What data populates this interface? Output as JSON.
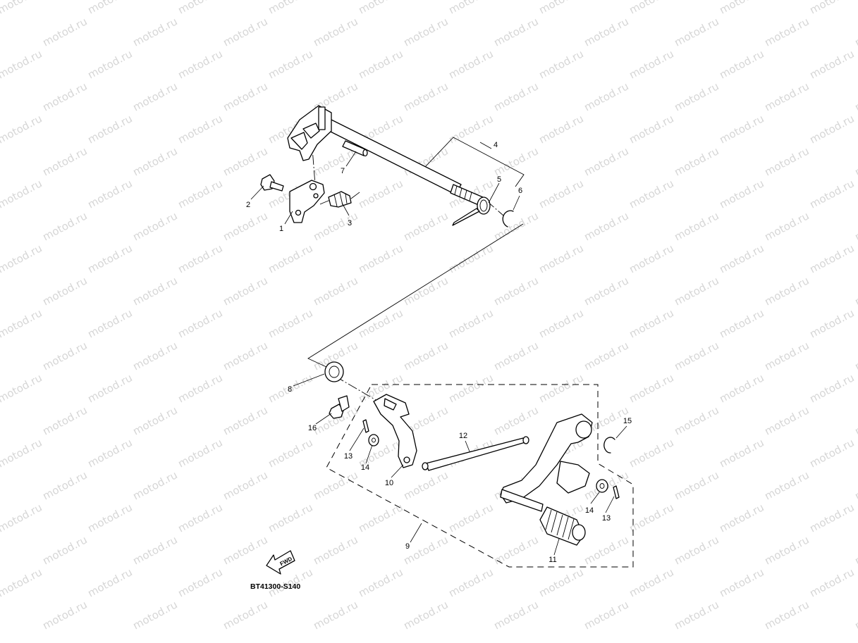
{
  "watermark": {
    "text": "motod.ru"
  },
  "diagram": {
    "code": "BT41300-S140",
    "direction_label": "FWD",
    "callouts": [
      "1",
      "2",
      "3",
      "4",
      "5",
      "6",
      "7",
      "8",
      "9",
      "10",
      "11",
      "12",
      "13",
      "14",
      "15",
      "16",
      "13",
      "14"
    ]
  }
}
